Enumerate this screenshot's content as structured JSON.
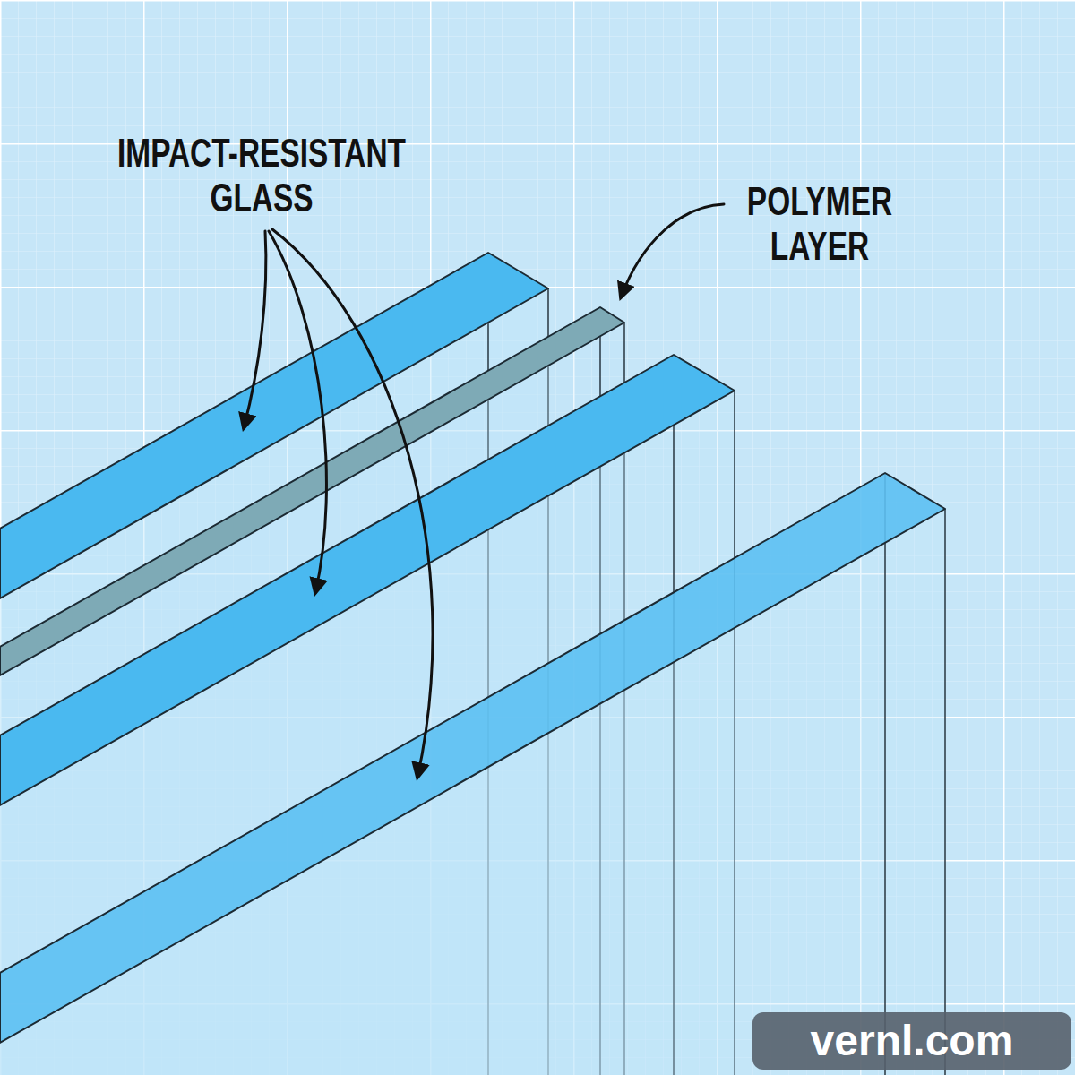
{
  "diagram": {
    "labels": [
      "IMPACT-RESISTANT GLASS",
      "POLYMER LAYER",
      "vernl.com"
    ]
  }
}
